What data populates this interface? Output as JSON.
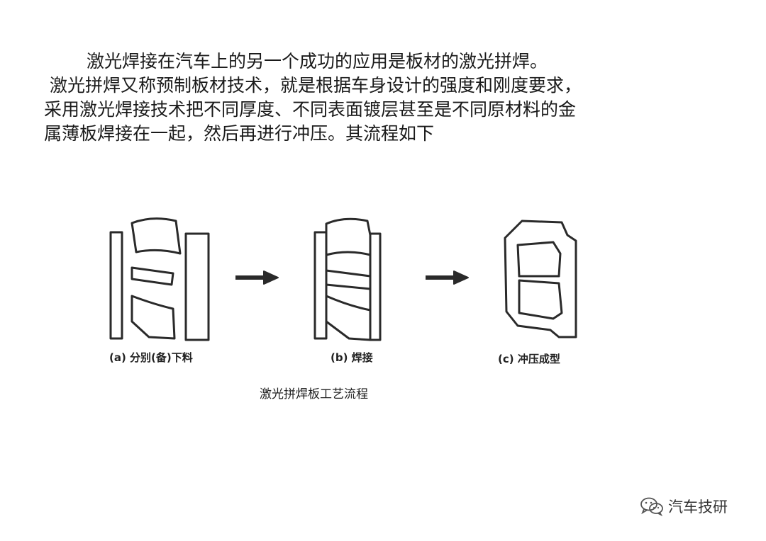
{
  "paragraph": {
    "line1": "激光焊接在汽车上的另一个成功的应用是板材的激光拼焊。",
    "line2": "激光拼焊又称预制板材技术，就是根据车身设计的强度和刚度要求，",
    "line3": "采用激光焊接技术把不同厚度、不同表面镀层甚至是不同原材料的金",
    "line4": "属薄板焊接在一起，然后再进行冲压。其流程如下"
  },
  "figure": {
    "steps": [
      {
        "label": "(a) 分别(备)下料"
      },
      {
        "label": "(b) 焊接"
      },
      {
        "label": "(c) 冲压成型"
      }
    ],
    "caption": "激光拼焊板工艺流程"
  },
  "watermark": {
    "text": "汽车技研",
    "icon": "wechat-icon"
  },
  "colors": {
    "stroke": "#2a2a2a",
    "text": "#1a1a1a"
  }
}
